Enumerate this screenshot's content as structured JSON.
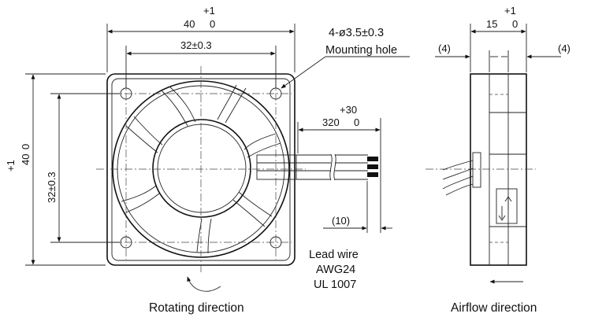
{
  "front": {
    "width_tol": "+1",
    "width_nom": "40",
    "width_low": "0",
    "mount_pitch_h": "32±0.3",
    "height_tol": "+1",
    "height_nom": "40",
    "height_low": "0",
    "mount_pitch_v": "32±0.3",
    "hole_spec": "4-ø3.5±0.3",
    "hole_label": "Mounting hole",
    "rotation_caption": "Rotating direction"
  },
  "lead": {
    "length_tol": "+30",
    "length_nom": "320",
    "length_low": "0",
    "strip_len": "(10)",
    "wire_line1": "Lead wire",
    "wire_line2": "AWG24",
    "wire_line3": "UL 1007"
  },
  "side": {
    "depth_tol": "+1",
    "depth_nom": "15",
    "depth_low": "0",
    "flange_left": "(4)",
    "flange_right": "(4)",
    "airflow_caption": "Airflow direction"
  }
}
